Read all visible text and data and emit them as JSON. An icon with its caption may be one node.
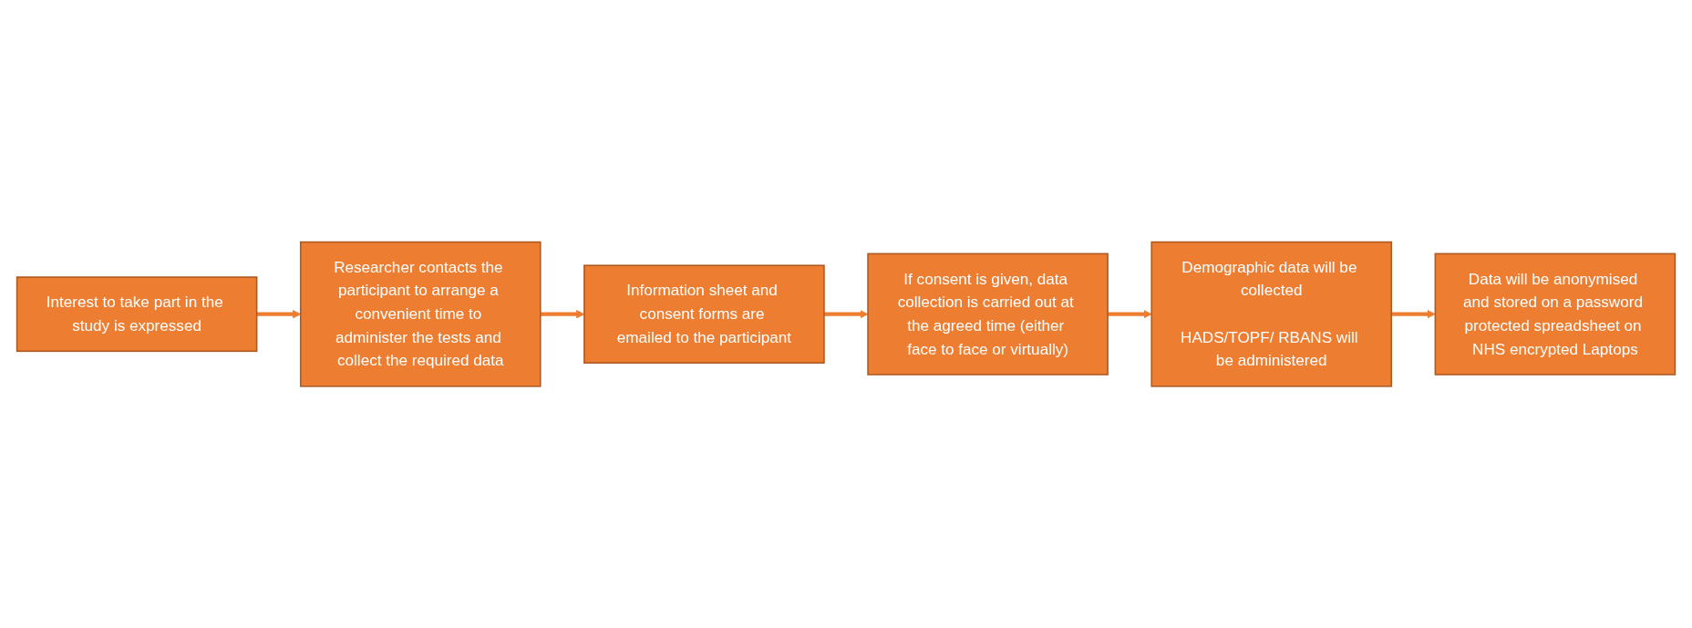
{
  "diagram": {
    "nodes": [
      {
        "text": [
          "Interest to take part in the study is expressed"
        ]
      },
      {
        "text": [
          "Researcher contacts the participant to arrange a convenient time to administer the tests and collect the required data"
        ]
      },
      {
        "text": [
          "Information sheet and consent forms are emailed to the participant"
        ]
      },
      {
        "text": [
          "If consent is given, data collection is carried out at the agreed time (either face to face or virtually)"
        ]
      },
      {
        "text": [
          "Demographic data will be collected",
          "HADS/TOPF/ RBANS will be administered"
        ]
      },
      {
        "text": [
          "Data will be anonymised and stored on a password protected spreadsheet on NHS encrypted Laptops"
        ]
      }
    ],
    "edges": [
      {
        "from": 0,
        "to": 1,
        "arrow": "to"
      },
      {
        "from": 1,
        "to": 2,
        "arrow": "to"
      },
      {
        "from": 2,
        "to": 3,
        "arrow": "to"
      },
      {
        "from": 3,
        "to": 4,
        "arrow": "to"
      },
      {
        "from": 4,
        "to": 5,
        "arrow": "to"
      }
    ]
  }
}
